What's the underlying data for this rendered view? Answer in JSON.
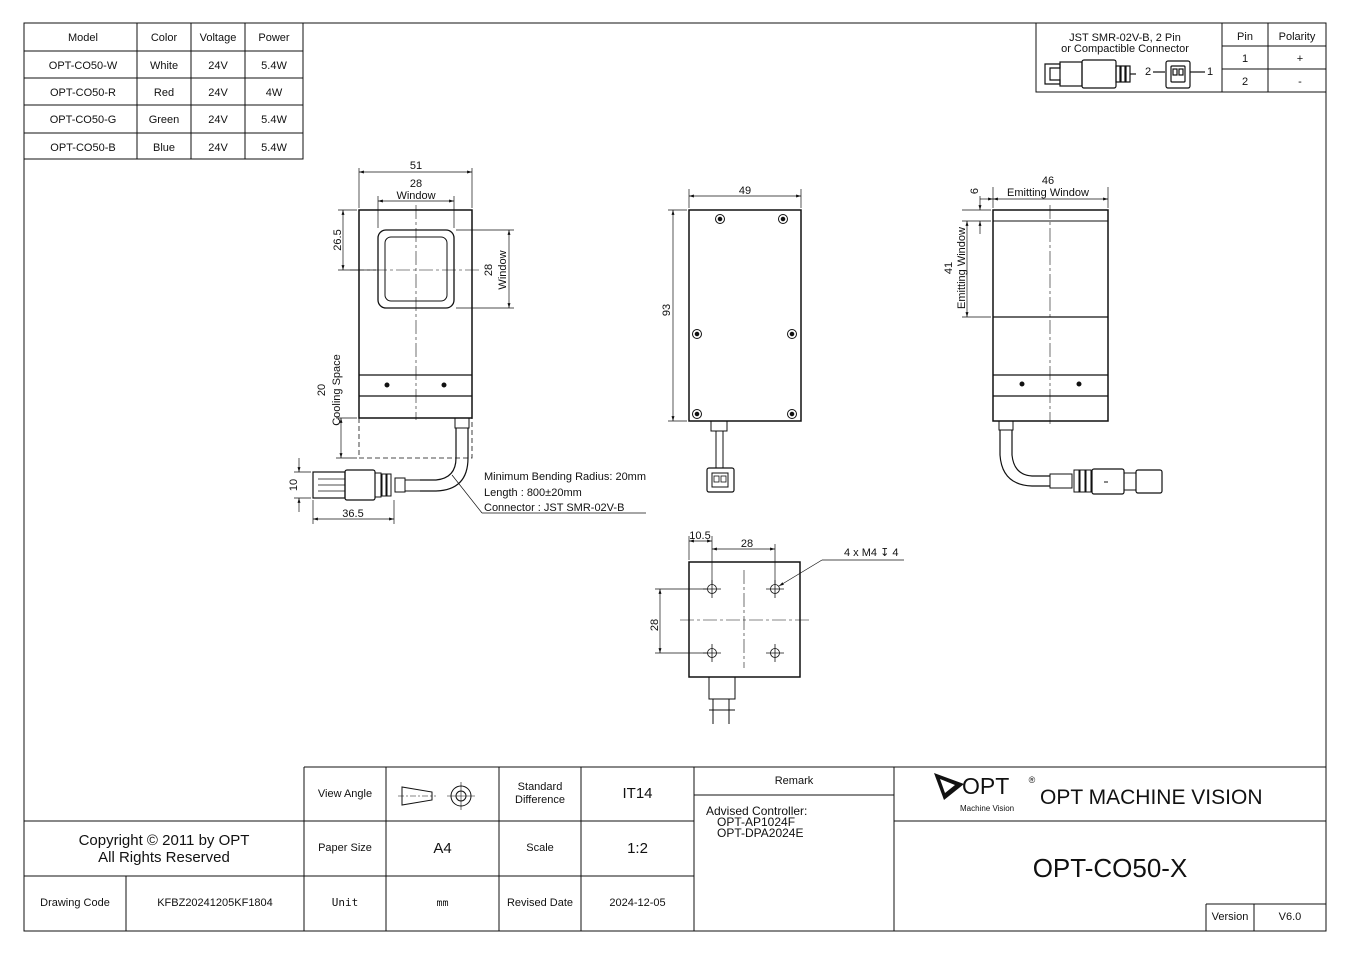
{
  "models_table": {
    "headers": [
      "Model",
      "Color",
      "Voltage",
      "Power"
    ],
    "rows": [
      [
        "OPT-CO50-W",
        "White",
        "24V",
        "5.4W"
      ],
      [
        "OPT-CO50-R",
        "Red",
        "24V",
        "4W"
      ],
      [
        "OPT-CO50-G",
        "Green",
        "24V",
        "5.4W"
      ],
      [
        "OPT-CO50-B",
        "Blue",
        "24V",
        "5.4W"
      ]
    ]
  },
  "connector_table": {
    "title_line1": "JST SMR-02V-B, 2 Pin",
    "title_line2": "or Compactible Connector",
    "pin_label_2": "2",
    "pin_label_1": "1",
    "headers": [
      "Pin",
      "Polarity"
    ],
    "rows": [
      [
        "1",
        "+"
      ],
      [
        "2",
        "-"
      ]
    ]
  },
  "front_view": {
    "dim_width": "51",
    "dim_window_top": "28",
    "window_label_top": "Window",
    "dim_window_offset": "26.5",
    "dim_window_side": "28",
    "window_label_side": "Window",
    "dim_cooling": "20",
    "cooling_label": "Cooling Space",
    "dim_connector_height": "10",
    "dim_connector_length": "36.5",
    "note_bending": "Minimum Bending Radius: 20mm",
    "note_length": "Length : 800±20mm",
    "note_connector": "Connector : JST SMR-02V-B"
  },
  "back_view": {
    "dim_width": "49",
    "dim_height": "93"
  },
  "side_view": {
    "dim_emit_width": "46",
    "emit_label_top": "Emitting Window",
    "dim_offset": "6",
    "dim_emit_height": "41",
    "emit_label_side": "Emitting Window"
  },
  "bottom_view": {
    "dim_edge": "10.5",
    "dim_spacing_h": "28",
    "dim_spacing_v": "28",
    "hole_callout": "4 x M4 ↧ 4"
  },
  "title_block": {
    "copyright_line1": "Copyright © 2011 by OPT",
    "copyright_line2": "All Rights Reserved",
    "drawing_code_label": "Drawing Code",
    "drawing_code": "KFBZ20241205KF1804",
    "view_angle_label": "View Angle",
    "standard_difference_label": "Standard Difference",
    "standard_difference": "IT14",
    "paper_size_label": "Paper Size",
    "paper_size": "A4",
    "scale_label": "Scale",
    "scale": "1:2",
    "unit_label": "Unit",
    "unit": "mm",
    "revised_date_label": "Revised Date",
    "revised_date": "2024-12-05",
    "remark_label": "Remark",
    "remark_line1": "Advised Controller:",
    "remark_line2": "OPT-AP1024F",
    "remark_line3": "OPT-DPA2024E",
    "logo_text": "OPT",
    "logo_sub": "Machine Vision",
    "company": "OPT MACHINE VISION",
    "part_number": "OPT-CO50-X",
    "version_label": "Version",
    "version": "V6.0"
  }
}
